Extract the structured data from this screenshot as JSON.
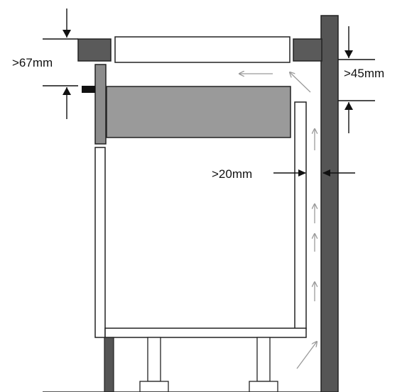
{
  "diagram": {
    "labels": {
      "top_clearance": ">67mm",
      "rear_gap_height": ">45mm",
      "side_gap": ">20mm"
    },
    "colors": {
      "wall": "#555555",
      "drawer": "#9a9a9a",
      "drawer_front": "#8c8c8c",
      "worktop_block": "#5a5a5a",
      "outline": "#222222",
      "airflow_arrow": "#9a9a9a",
      "dimension_arrow": "#111111"
    }
  }
}
